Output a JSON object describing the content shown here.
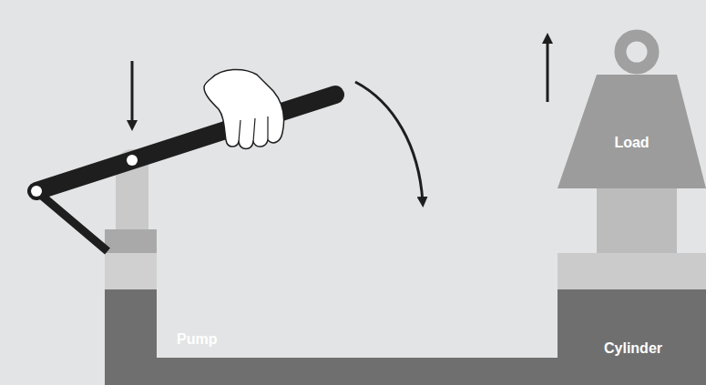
{
  "diagram": {
    "nodes": [
      {
        "text": [
          "Load"
        ]
      }
    ],
    "labels": [
      "Pump",
      "Cylinder"
    ]
  }
}
